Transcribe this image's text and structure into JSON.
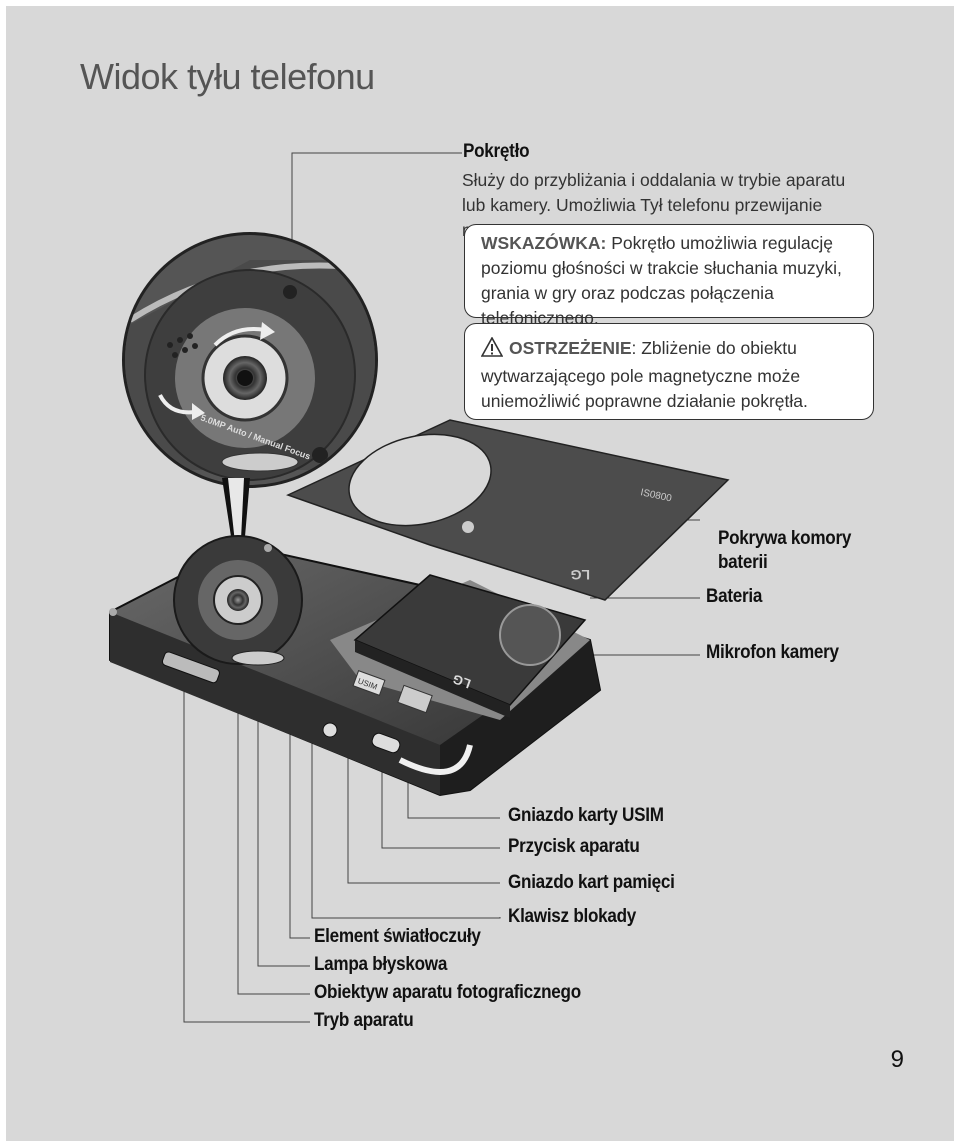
{
  "page": {
    "title": "Widok tyłu telefonu",
    "page_number": "9"
  },
  "knob": {
    "heading": "Pokrętło",
    "description": "Służy do przybliżania i oddalania w trybie aparatu lub kamery. Umożliwia Tył telefonu przewijanie menu."
  },
  "tip": {
    "label": "WSKAZÓWKA:",
    "text": " Pokrętło umożliwia regulację poziomu głośności w trakcie słuchania muzyki, grania w gry oraz podczas połączenia telefonicznego."
  },
  "warning": {
    "label": "OSTRZEŻENIE",
    "text": ": Zbliżenie do obiektu wytwarzającego pole magnetyczne może uniemożliwić poprawne działanie pokrętła."
  },
  "callouts": {
    "battery_cover_line1": "Pokrywa komory",
    "battery_cover_line2": "baterii",
    "battery": "Bateria",
    "camera_mic": "Mikrofon kamery",
    "usim_slot": "Gniazdo karty USIM",
    "camera_button": "Przycisk aparatu",
    "memory_slot": "Gniazdo kart pamięci",
    "lock_key": "Klawisz blokady",
    "light_sensor": "Element światłoczuły",
    "flash": "Lampa błyskowa",
    "lens": "Obiektyw aparatu fotograficznego",
    "camera_mode": "Tryb aparatu"
  },
  "device_text": {
    "lg_logo": "LG",
    "lens_ring": "5.0MP Auto / Manual Focus",
    "usim_mark": "USIM",
    "cover_code": "IS0800"
  },
  "icons": [
    "warning-triangle-icon",
    "arrow-icon",
    "camera-icon",
    "lock-icon"
  ]
}
